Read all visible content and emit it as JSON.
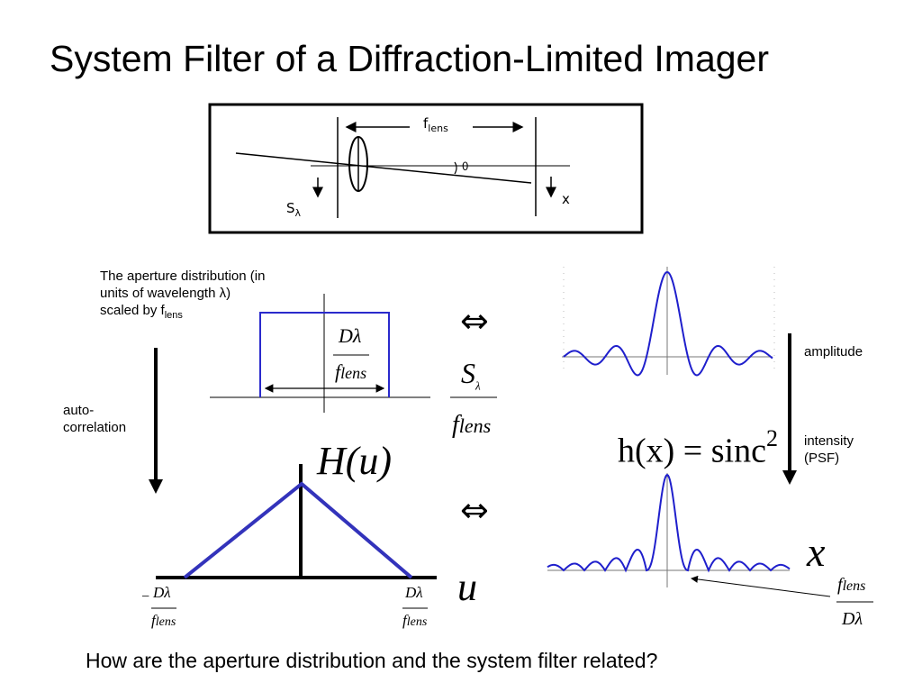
{
  "title": "System Filter of a Diffraction-Limited Imager",
  "sketch": {
    "flens_label": "f",
    "flens_sub": "lens",
    "s_label": "S",
    "s_sub": "λ",
    "x_label": "x",
    "theta_label": "θ"
  },
  "notes": {
    "aperture_line1": "The aperture distribution (in",
    "aperture_line2": "units of wavelength λ)",
    "aperture_line3": "scaled by f",
    "aperture_sub": "lens",
    "autocorr_line1": "auto-",
    "autocorr_line2": "correlation",
    "amplitude": "amplitude",
    "intensity_line1": "intensity",
    "intensity_line2": "(PSF)"
  },
  "math": {
    "d_lambda": "Dλ",
    "f_lens": "f",
    "f_sub": "lens",
    "s": "S",
    "s_sub": "λ",
    "equiv": "⇔",
    "H_u": "H(u)",
    "u": "u",
    "x": "x",
    "hx_eq": "h(x) = sinc",
    "hx_exp": "2",
    "minus": "−"
  },
  "question": "How are the aperture distribution and the system filter related?",
  "colors": {
    "curve_blue": "#1f1fcc",
    "triangle_blue": "#3333bb",
    "rect_blue": "#2a2acc",
    "black": "#000000"
  },
  "icons": {
    "equivalence": "left-right-double-arrow-icon",
    "down_arrow": "down-arrow-icon"
  }
}
